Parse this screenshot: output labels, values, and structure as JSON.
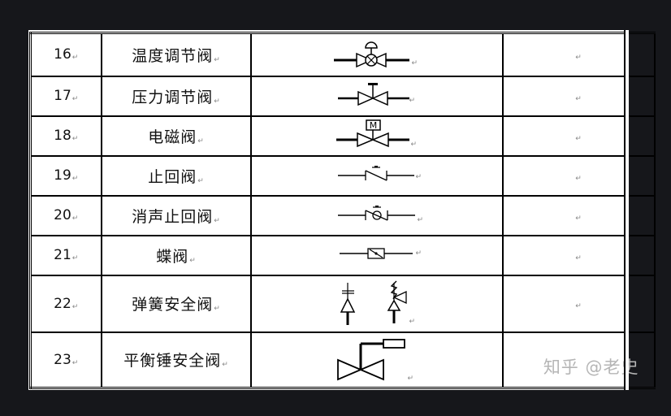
{
  "table": {
    "rows": [
      {
        "no": "16",
        "name": "温度调节阀",
        "symbol": "temperature-control-valve-icon",
        "note": ""
      },
      {
        "no": "17",
        "name": "压力调节阀",
        "symbol": "pressure-control-valve-icon",
        "note": ""
      },
      {
        "no": "18",
        "name": "电磁阀",
        "symbol": "solenoid-valve-icon",
        "symbol_label": "M",
        "note": ""
      },
      {
        "no": "19",
        "name": "止回阀",
        "symbol": "check-valve-icon",
        "note": ""
      },
      {
        "no": "20",
        "name": "消声止回阀",
        "symbol": "silent-check-valve-icon",
        "note": ""
      },
      {
        "no": "21",
        "name": "蝶阀",
        "symbol": "butterfly-valve-icon",
        "note": ""
      },
      {
        "no": "22",
        "name": "弹簧安全阀",
        "symbol": "spring-safety-valve-icon",
        "note": ""
      },
      {
        "no": "23",
        "name": "平衡锤安全阀",
        "symbol": "weight-safety-valve-icon",
        "note": ""
      }
    ],
    "paragraph_mark": "↵"
  },
  "watermark": "知乎 @老史",
  "colors": {
    "background": "#16171b",
    "page": "#ffffff",
    "border": "#000000",
    "text": "#111111",
    "paragraph_mark": "#888888",
    "watermark": "#b5b5b5"
  }
}
